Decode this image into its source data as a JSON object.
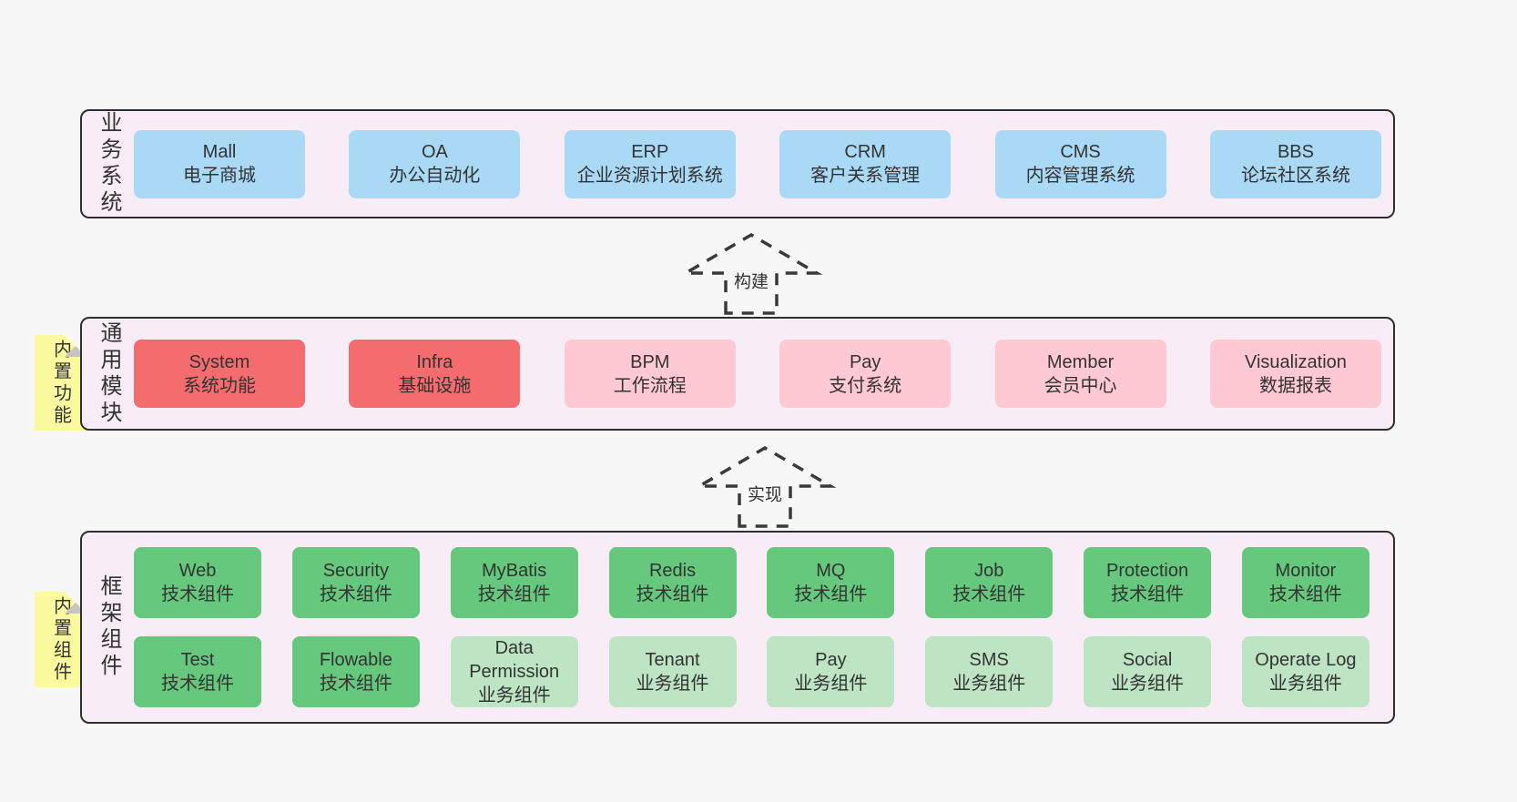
{
  "colors": {
    "page_bg": "#f7f7f7",
    "band_bg": "#f8edf6",
    "band_border": "#2f2f2f",
    "blue": "#a9d9f5",
    "red": "#f56c6e",
    "pink": "#fec9d2",
    "green": "#65c87c",
    "lightgreen": "#bde4c3",
    "note_yellow": "#fbfa9e",
    "note_fold": "#c5c5c5",
    "text": "#333333",
    "arrow": "#3a3a3a"
  },
  "bands": [
    {
      "name": "业务系统",
      "rows": [
        [
          {
            "name": "Mall",
            "subtitle": "电子商城",
            "variant": "blue"
          },
          {
            "name": "OA",
            "subtitle": "办公自动化",
            "variant": "blue"
          },
          {
            "name": "ERP",
            "subtitle": "企业资源计划系统",
            "variant": "blue"
          },
          {
            "name": "CRM",
            "subtitle": "客户关系管理",
            "variant": "blue"
          },
          {
            "name": "CMS",
            "subtitle": "内容管理系统",
            "variant": "blue"
          },
          {
            "name": "BBS",
            "subtitle": "论坛社区系统",
            "variant": "blue"
          }
        ]
      ]
    },
    {
      "name": "通用模块",
      "note": "内置功能",
      "rows": [
        [
          {
            "name": "System",
            "subtitle": "系统功能",
            "variant": "red"
          },
          {
            "name": "Infra",
            "subtitle": "基础设施",
            "variant": "red"
          },
          {
            "name": "BPM",
            "subtitle": "工作流程",
            "variant": "pink"
          },
          {
            "name": "Pay",
            "subtitle": "支付系统",
            "variant": "pink"
          },
          {
            "name": "Member",
            "subtitle": "会员中心",
            "variant": "pink"
          },
          {
            "name": "Visualization",
            "subtitle": "数据报表",
            "variant": "pink"
          }
        ]
      ]
    },
    {
      "name": "框架组件",
      "note": "内置组件",
      "rows": [
        [
          {
            "name": "Web",
            "subtitle": "技术组件",
            "variant": "green"
          },
          {
            "name": "Security",
            "subtitle": "技术组件",
            "variant": "green"
          },
          {
            "name": "MyBatis",
            "subtitle": "技术组件",
            "variant": "green"
          },
          {
            "name": "Redis",
            "subtitle": "技术组件",
            "variant": "green"
          },
          {
            "name": "MQ",
            "subtitle": "技术组件",
            "variant": "green"
          },
          {
            "name": "Job",
            "subtitle": "技术组件",
            "variant": "green"
          },
          {
            "name": "Protection",
            "subtitle": "技术组件",
            "variant": "green"
          },
          {
            "name": "Monitor",
            "subtitle": "技术组件",
            "variant": "green"
          }
        ],
        [
          {
            "name": "Test",
            "subtitle": "技术组件",
            "variant": "green"
          },
          {
            "name": "Flowable",
            "subtitle": "技术组件",
            "variant": "green"
          },
          {
            "name": "Data Permission",
            "subtitle": "业务组件",
            "variant": "lightgreen"
          },
          {
            "name": "Tenant",
            "subtitle": "业务组件",
            "variant": "lightgreen"
          },
          {
            "name": "Pay",
            "subtitle": "业务组件",
            "variant": "lightgreen"
          },
          {
            "name": "SMS",
            "subtitle": "业务组件",
            "variant": "lightgreen"
          },
          {
            "name": "Social",
            "subtitle": "业务组件",
            "variant": "lightgreen"
          },
          {
            "name": "Operate Log",
            "subtitle": "业务组件",
            "variant": "lightgreen"
          }
        ]
      ]
    }
  ],
  "arrows": [
    {
      "label": "构建"
    },
    {
      "label": "实现"
    }
  ]
}
